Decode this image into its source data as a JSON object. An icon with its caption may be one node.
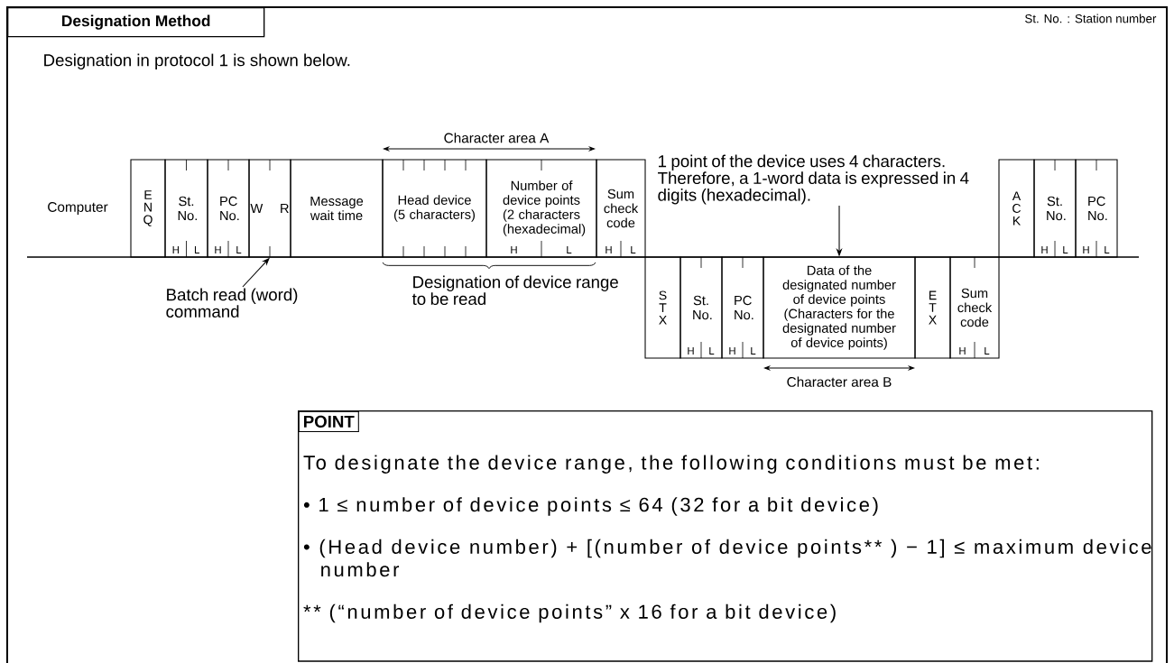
{
  "diagram": {
    "nodes": [
      {
        "text": [
          "Designation Method"
        ]
      },
      {
        "text": [
          "ENQ"
        ]
      },
      {
        "text": [
          "St. No.",
          "H",
          "L"
        ]
      },
      {
        "text": [
          "PC No.",
          "H",
          "L"
        ]
      },
      {
        "text": [
          "W",
          "R"
        ]
      },
      {
        "text": [
          "Message wait time"
        ]
      },
      {
        "text": [
          "Head device (5 characters)"
        ]
      },
      {
        "text": [
          "Number of device points (2 characters (hexadecimal)",
          "H",
          "L"
        ]
      },
      {
        "text": [
          "Sum check code",
          "H",
          "L"
        ]
      },
      {
        "text": [
          "ACK"
        ]
      },
      {
        "text": [
          "St. No.",
          "H",
          "L"
        ]
      },
      {
        "text": [
          "PC No.",
          "H",
          "L"
        ]
      },
      {
        "text": [
          "STX"
        ]
      },
      {
        "text": [
          "St. No.",
          "H",
          "L"
        ]
      },
      {
        "text": [
          "PC No.",
          "H",
          "L"
        ]
      },
      {
        "text": [
          "Data of the designated number of device points (Characters for the designated number of device points)"
        ]
      },
      {
        "text": [
          "ETX"
        ]
      },
      {
        "text": [
          "Sum check code",
          "H",
          "L"
        ]
      },
      {
        "text": [
          "Batch read (word) command"
        ]
      },
      {
        "text": [
          "1 point of the device uses 4 characters. Therefore, a 1-word data is expressed in 4 digits (hexadecimal)."
        ]
      },
      {
        "text": [
          "POINT",
          "To designate the device range, the following conditions must be met:",
          "• 1 ≤ number of device points ≤ 64 (32 for a bit device)",
          "• (Head device number) + [(number of device points** ) − 1] ≤ maximum device number",
          "** (“number of device points” x 16 for a bit device)"
        ]
      }
    ],
    "edges": [
      {
        "from": 18,
        "to": 4,
        "arrow": "to"
      },
      {
        "from": 19,
        "to": 15,
        "arrow": "to"
      }
    ],
    "labels": [
      "St. No. : Station number",
      "Designation in protocol 1 is shown below.",
      "Character area A",
      "Computer",
      "Designation of device range to be read",
      "Character area B"
    ]
  }
}
